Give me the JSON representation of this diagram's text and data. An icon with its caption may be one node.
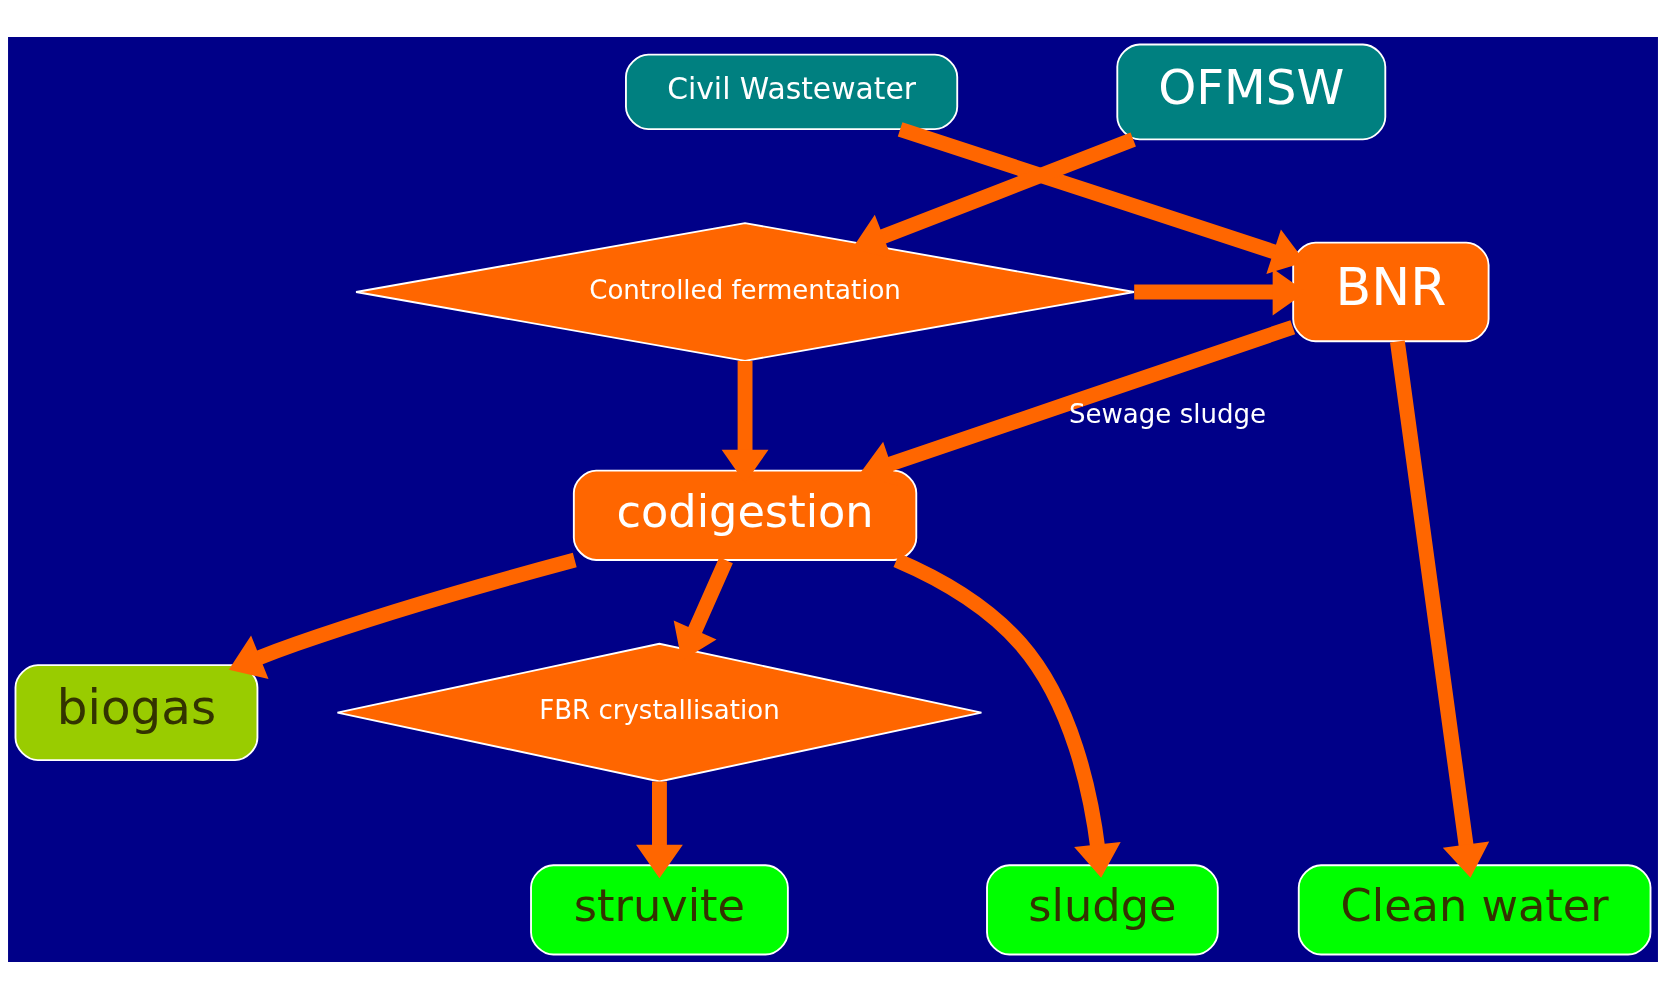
{
  "diagram": {
    "nodes": [
      {
        "text": [
          "Civil Wastewater"
        ]
      },
      {
        "text": [
          "OFMSW"
        ]
      },
      {
        "text": [
          "BNR"
        ]
      },
      {
        "text": [
          "Controlled fermentation"
        ]
      },
      {
        "text": [
          "biogas"
        ]
      },
      {
        "text": [
          "codigestion"
        ]
      },
      {
        "text": [
          "FBR crystallisation"
        ]
      },
      {
        "text": [
          "Clean water"
        ]
      },
      {
        "text": [
          "sludge"
        ]
      },
      {
        "text": [
          "struvite"
        ]
      }
    ],
    "edges": [
      {
        "from": 0,
        "to": 2,
        "arrow": "to"
      },
      {
        "from": 1,
        "to": 3,
        "arrow": "to"
      },
      {
        "from": 3,
        "to": 2,
        "arrow": "to"
      },
      {
        "from": 2,
        "to": 5,
        "arrow": "to",
        "label": "Sewage sludge"
      },
      {
        "from": 3,
        "to": 5,
        "arrow": "to"
      },
      {
        "from": 5,
        "to": 4,
        "arrow": "to"
      },
      {
        "from": 5,
        "to": 6,
        "arrow": "to"
      },
      {
        "from": 2,
        "to": 7,
        "arrow": "to"
      },
      {
        "from": 5,
        "to": 8,
        "arrow": "to"
      },
      {
        "from": 6,
        "to": 9,
        "arrow": "to"
      }
    ]
  }
}
